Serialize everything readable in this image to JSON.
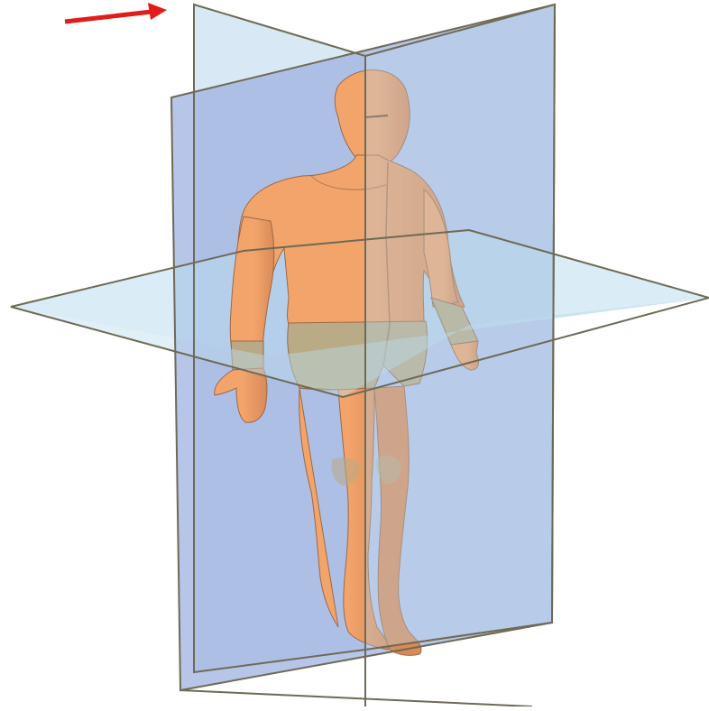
{
  "figure": {
    "subject": "anatomical-planes",
    "planes": [
      "sagittal",
      "coronal",
      "transverse"
    ],
    "colors": {
      "background": "#ffffff",
      "coronal_plane": "#9fb1e0",
      "sagittal_plane": "#b9d6ec",
      "transverse_plane": "#bcdcec",
      "plane_edge": "#6e6a55",
      "skin": "#f2a46b",
      "skin_shadow": "#d98a58",
      "shorts": "#b9ab86",
      "wrist_bands": "#b8aa85",
      "arrow": "#e21b1b"
    },
    "icons": [
      "pointer-arrow-icon"
    ]
  }
}
